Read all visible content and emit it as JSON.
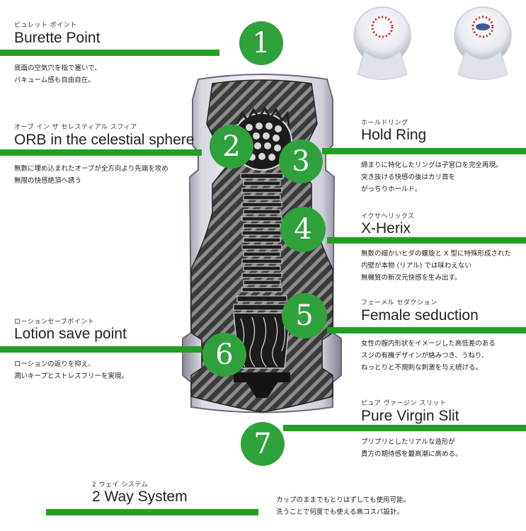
{
  "sections": [
    {
      "kana": "ビュレット ポイント",
      "title": "Burette Point",
      "desc": "底面の空気穴を指で塞いで、\nバキューム感も自由自在。"
    },
    {
      "kana": "オーブ イン ザ セレスティアル スフィア",
      "title": "ORB in the celestial sphere",
      "desc": "無数に埋め込まれたオーブが全方向より先端を攻め\n無限の快感絶頂へ誘う"
    },
    {
      "kana": "ホールドリング",
      "title": "Hold Ring",
      "desc": "締まりに特化したリングは子宮口を完全再現。\n突き抜ける快感の後はカリ首を\nがっちりホールド。"
    },
    {
      "kana": "イクサヘリックス",
      "title": "X-Herix",
      "desc": "無数の細かいヒダの螺旋と X 型に特殊形成された\n内壁が本物 (リアル) では味わえない\n無機質の新次元快感を生み出す。"
    },
    {
      "kana": "フェーメル セダクション",
      "title": "Female seduction",
      "desc": "女性の膣内形状をイメージした高低差のある\nスジの有機デザインが絡みつき、うねり、\nねっとりと不規則な刺激を与え続ける。"
    },
    {
      "kana": "ローションセーブポイント",
      "title": "Lotion save point",
      "desc": "ローションの返りを抑え、\n潤いキープとストレスフリーを実現。"
    },
    {
      "kana": "ピュア ヴァージン スリット",
      "title": "Pure Virgin Slit",
      "desc": "プリプリとしたリアルな造形が\n貴方の期待感を最高潮に高める。"
    },
    {
      "kana": "2 ウェイ システム",
      "title": "2 Way System",
      "desc": "カップのままでもとりはずしても使用可能。\n洗うことで何度でも使える高コスパ設計。"
    }
  ],
  "badges": [
    "1",
    "2",
    "3",
    "4",
    "5",
    "6",
    "7"
  ],
  "colors": {
    "accent": "#22a022",
    "badge": "#2fa23c",
    "dots": "#e02020"
  }
}
